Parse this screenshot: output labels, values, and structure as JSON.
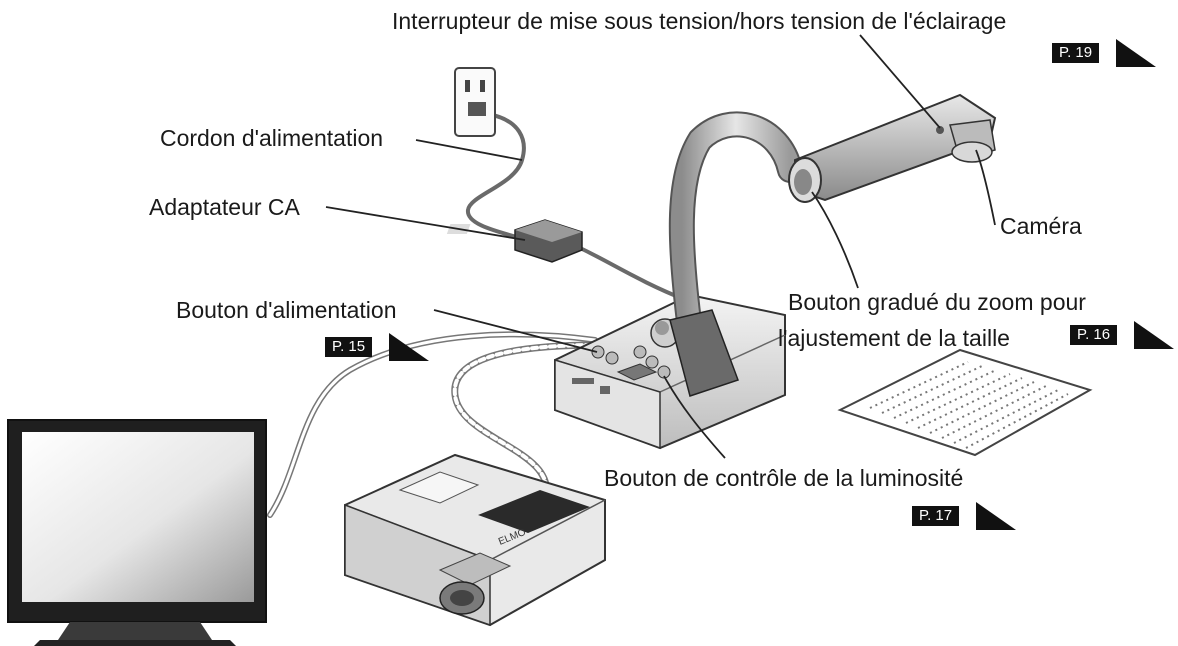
{
  "labels": {
    "light_switch": "Interrupteur de mise sous tension/hors tension de l'éclairage",
    "power_cord": "Cordon d'alimentation",
    "ac_adapter": "Adaptateur CA",
    "power_button": "Bouton d'alimentation",
    "camera": "Caméra",
    "zoom_line1": "Bouton gradué du zoom pour",
    "zoom_line2": "l'ajustement de la taille",
    "brightness": "Bouton de contrôle de la luminosité"
  },
  "page_refs": {
    "light_switch": "P. 19",
    "power_button": "P. 15",
    "zoom": "P. 16",
    "brightness": "P. 17"
  },
  "devices": {
    "projector_brand": "ELMO"
  },
  "colors": {
    "line": "#333333",
    "badge": "#111111",
    "device_light": "#f2f2f2",
    "device_mid": "#c8c8c8",
    "device_dark": "#555555"
  }
}
